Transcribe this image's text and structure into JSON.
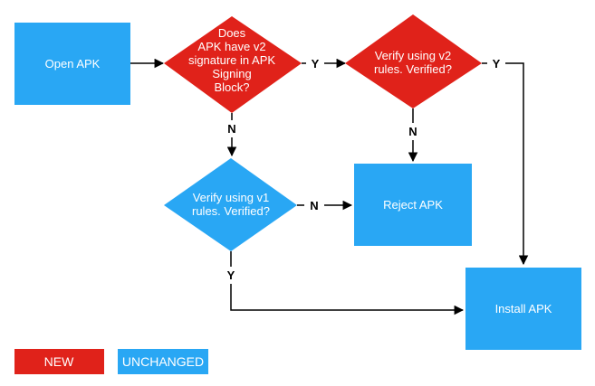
{
  "colors": {
    "new": "#e0221a",
    "unchanged": "#29a7f4",
    "line": "#000000"
  },
  "nodes": {
    "open_apk": {
      "label": "Open APK"
    },
    "has_v2": {
      "lines": [
        "Does",
        "APK have v2",
        "signature in APK",
        "Signing",
        "Block?"
      ]
    },
    "verify_v2": {
      "lines": [
        "Verify using v2",
        "rules. Verified?"
      ]
    },
    "verify_v1": {
      "lines": [
        "Verify using v1",
        "rules. Verified?"
      ]
    },
    "reject_apk": {
      "label": "Reject APK"
    },
    "install_apk": {
      "label": "Install APK"
    }
  },
  "edge_labels": {
    "has_v2_yes": "Y",
    "has_v2_no": "N",
    "v2_yes": "Y",
    "v2_no": "N",
    "v1_no": "N",
    "v1_yes": "Y"
  },
  "legend": {
    "new": "NEW",
    "unchanged": "UNCHANGED"
  }
}
